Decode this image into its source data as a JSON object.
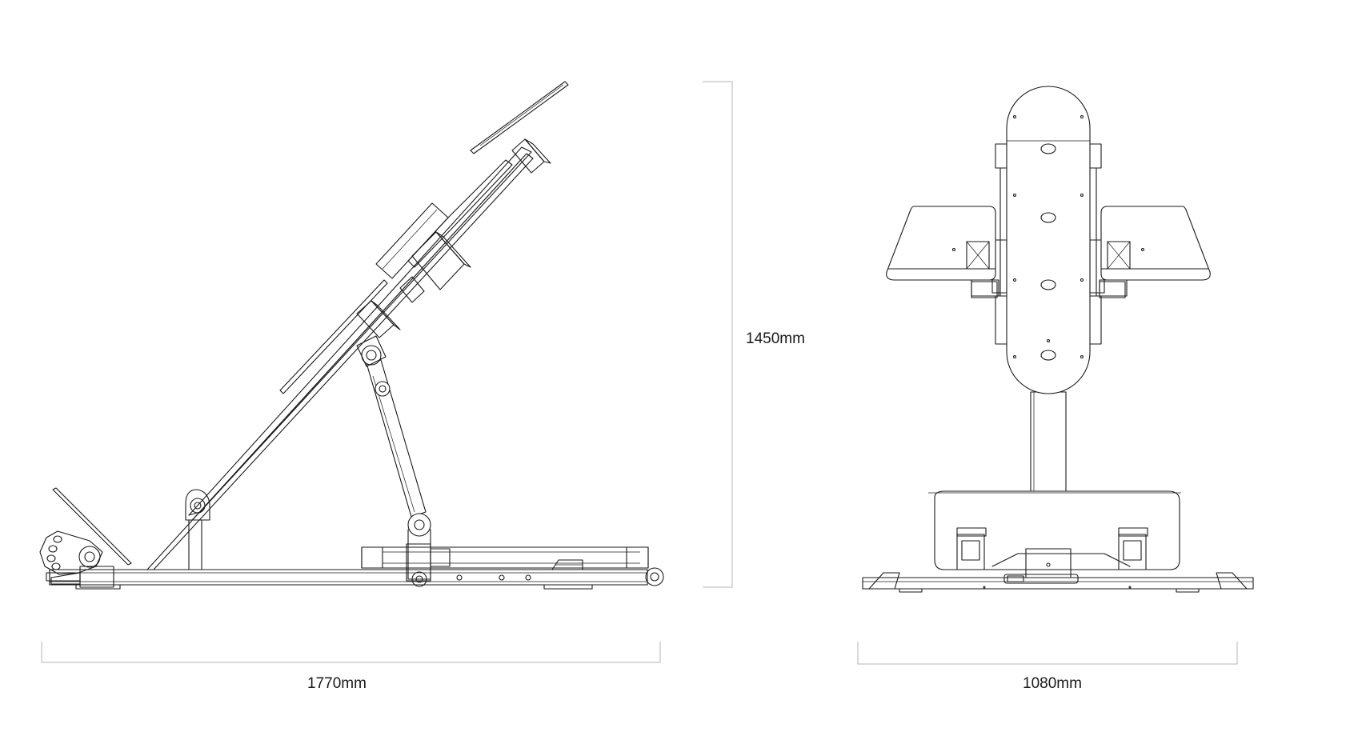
{
  "dimensions": {
    "side_length": "1770mm",
    "height": "1450mm",
    "front_width": "1080mm"
  },
  "colors": {
    "line": "#1a1a1a",
    "dimension_line": "#b5b5b5",
    "background": "#ffffff"
  }
}
